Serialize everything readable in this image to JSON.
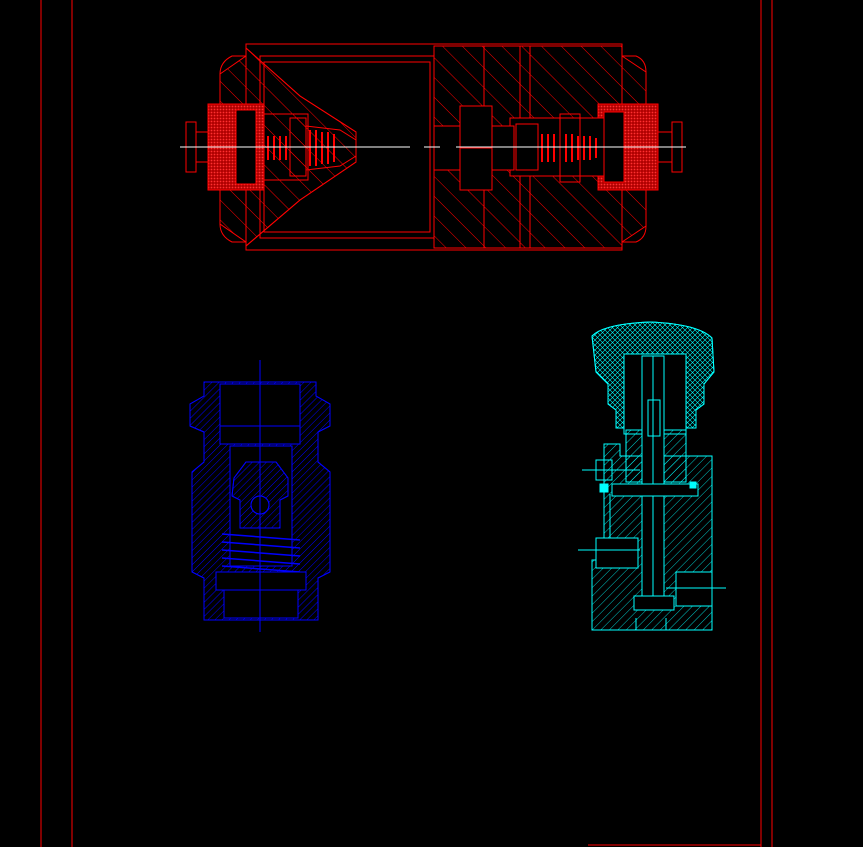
{
  "canvas": {
    "background": "#000000"
  },
  "colors": {
    "frame": "#ff0000",
    "red_part": "#ff0000",
    "red_fill": "#e00000",
    "blue_part": "#0000ff",
    "cyan_part": "#00ffff",
    "center_line": "#ffffff"
  },
  "views": [
    {
      "name": "red-assembly-section",
      "color": "red"
    },
    {
      "name": "blue-valve-section",
      "color": "blue"
    },
    {
      "name": "cyan-valve-section",
      "color": "cyan"
    }
  ]
}
